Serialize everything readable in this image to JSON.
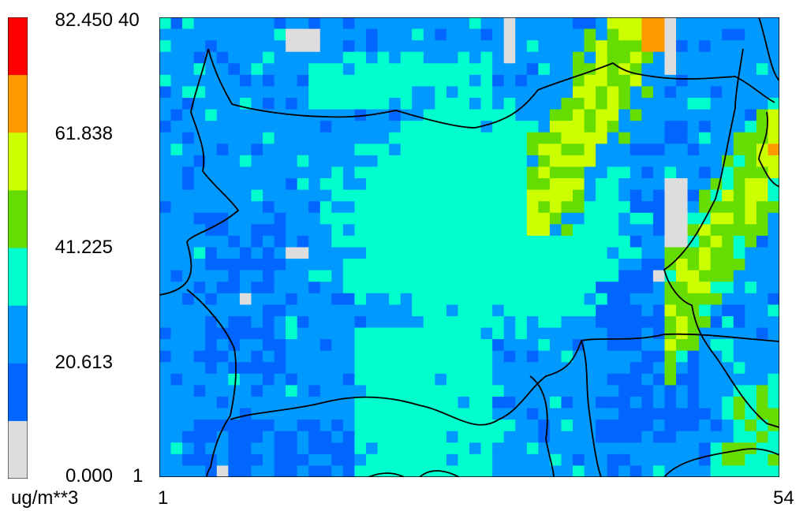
{
  "legend": {
    "unit": "ug/m**3",
    "labels": [
      "82.450",
      "61.838",
      "41.225",
      "20.613",
      "0.000"
    ],
    "colors": [
      "#ff0000",
      "#ff9900",
      "#ccff00",
      "#66dd00",
      "#00ffcc",
      "#0099ff",
      "#0066ff",
      "#dddddd"
    ]
  },
  "axes": {
    "x_ticks": [
      "1",
      "54"
    ],
    "y_ticks": [
      "40",
      "1"
    ]
  },
  "grid": {
    "cols": 54,
    "rows": 40
  }
}
